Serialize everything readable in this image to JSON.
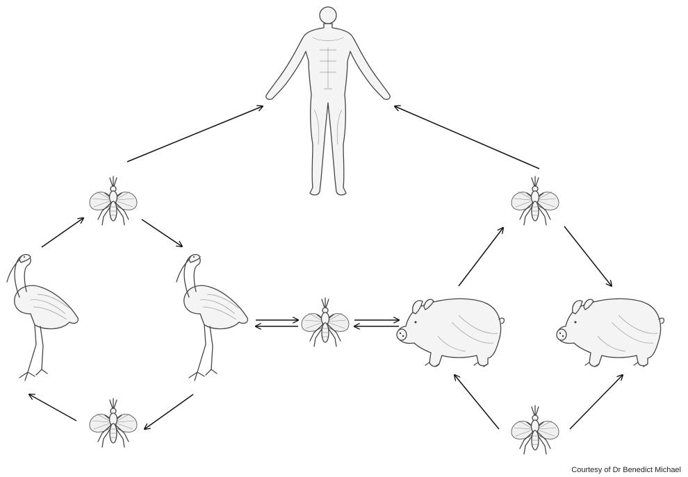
{
  "credit": "Courtesy of Dr Benedict Michael",
  "nodes": [
    {
      "id": "human",
      "icon": "human-figure"
    },
    {
      "id": "mosquito-left-top",
      "icon": "mosquito-icon"
    },
    {
      "id": "bird-left",
      "icon": "wading-bird-icon"
    },
    {
      "id": "bird-right",
      "icon": "wading-bird-icon"
    },
    {
      "id": "mosquito-left-bottom",
      "icon": "mosquito-icon"
    },
    {
      "id": "mosquito-center",
      "icon": "mosquito-icon"
    },
    {
      "id": "pig-left",
      "icon": "pig-icon"
    },
    {
      "id": "pig-right",
      "icon": "pig-icon"
    },
    {
      "id": "mosquito-right-top",
      "icon": "mosquito-icon"
    },
    {
      "id": "mosquito-right-bottom",
      "icon": "mosquito-icon"
    }
  ],
  "edges": [
    {
      "from": "mosquito-left-top",
      "to": "human",
      "type": "single"
    },
    {
      "from": "mosquito-right-top",
      "to": "human",
      "type": "single"
    },
    {
      "from": "bird-left",
      "to": "mosquito-left-top",
      "type": "single"
    },
    {
      "from": "mosquito-left-top",
      "to": "bird-right",
      "type": "single"
    },
    {
      "from": "bird-right",
      "to": "mosquito-left-bottom",
      "type": "single"
    },
    {
      "from": "mosquito-left-bottom",
      "to": "bird-left",
      "type": "single"
    },
    {
      "from": "bird-right",
      "to": "mosquito-center",
      "type": "bidirectional"
    },
    {
      "from": "mosquito-center",
      "to": "pig-left",
      "type": "bidirectional"
    },
    {
      "from": "pig-left",
      "to": "mosquito-right-top",
      "type": "single"
    },
    {
      "from": "mosquito-right-top",
      "to": "pig-right",
      "type": "single"
    },
    {
      "from": "mosquito-right-bottom",
      "to": "pig-left",
      "type": "single"
    },
    {
      "from": "mosquito-right-bottom",
      "to": "pig-right",
      "type": "single"
    }
  ]
}
